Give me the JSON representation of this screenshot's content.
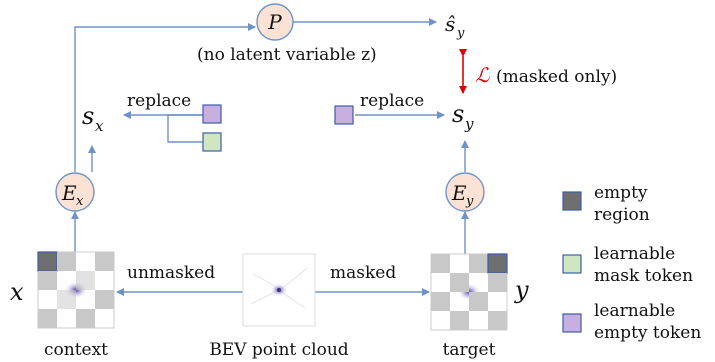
{
  "diagram": {
    "predictor_node": "P",
    "predictor_note": "(no latent variable z)",
    "prediction": "ŝ",
    "prediction_sub": "y",
    "loss_symbol": "ℒ",
    "loss_note": "(masked only)",
    "context_repr": "s",
    "context_repr_sub": "x",
    "target_repr": "s",
    "target_repr_sub": "y",
    "replace_left": "replace",
    "replace_right": "replace",
    "context_encoder": "E",
    "context_encoder_sub": "x",
    "target_encoder": "E",
    "target_encoder_sub": "y",
    "x_var": "x",
    "y_var": "y",
    "context_label": "context",
    "target_label": "target",
    "source_label": "BEV point cloud",
    "unmasked_label": "unmasked",
    "masked_label": "masked"
  },
  "legend": [
    {
      "label_line1": "empty",
      "label_line2": "region",
      "color": "#6f6f6f",
      "border": "#3b5ea8"
    },
    {
      "label_line1": "learnable",
      "label_line2": "mask token",
      "color": "#cfe6c0",
      "border": "#3b5ea8"
    },
    {
      "label_line1": "learnable",
      "label_line2": "empty token",
      "color": "#c9aee0",
      "border": "#3b5ea8"
    }
  ],
  "colors": {
    "node_fill": "#fbe2d4",
    "node_stroke": "#6f93c8",
    "arrow": "#6f93c8",
    "loss_arrow": "#e00000",
    "loss_symbol": "#e00000",
    "grid_gray": "#c8c8c8"
  }
}
